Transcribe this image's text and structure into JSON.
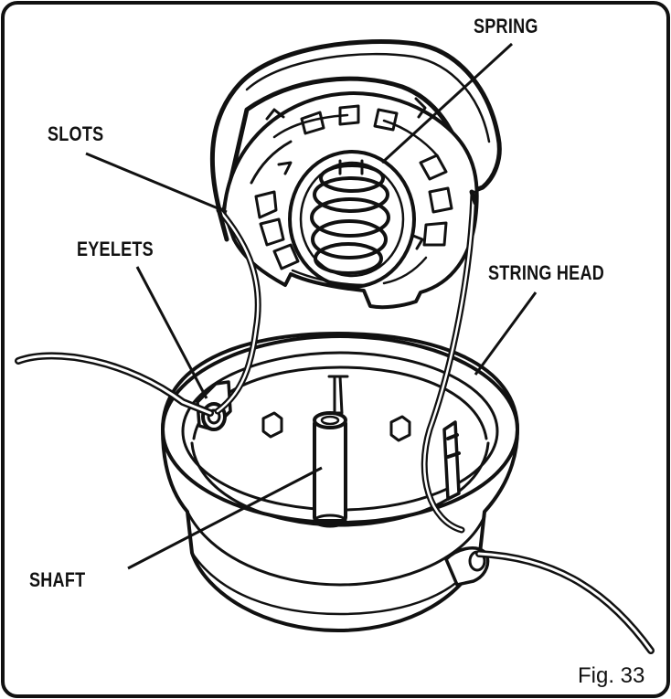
{
  "labels": {
    "spring": "SPRING",
    "slots": "SLOTS",
    "eyelets": "EYELETS",
    "string_head": "STRING HEAD",
    "shaft": "SHAFT"
  },
  "figure_label": "Fig. 33",
  "colors": {
    "ink": "#111111",
    "paper": "#ffffff"
  }
}
